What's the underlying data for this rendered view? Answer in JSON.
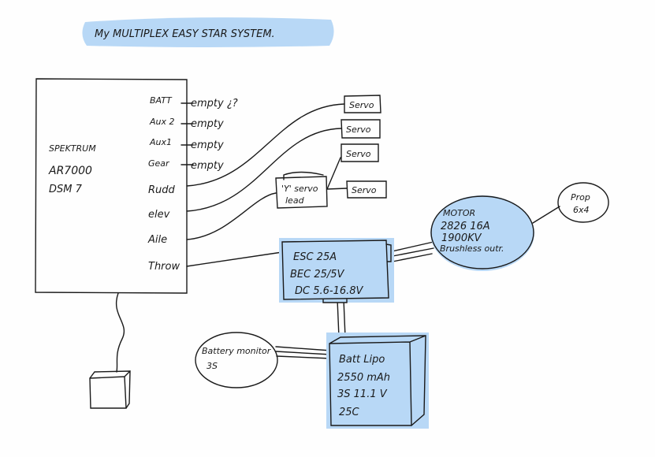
{
  "title": "My MULTIPLEX EASY STAR SYSTEM.",
  "receiver": {
    "brand": "SPEKTRUM",
    "model": "AR7000",
    "protocol": "DSM 7"
  },
  "channels": [
    {
      "label": "BATT",
      "connection": "empty ¿?"
    },
    {
      "label": "Aux 2",
      "connection": "empty"
    },
    {
      "label": "Aux1",
      "connection": "empty"
    },
    {
      "label": "Gear",
      "connection": "empty"
    },
    {
      "label": "Rudd"
    },
    {
      "label": "elev"
    },
    {
      "label": "Aile"
    },
    {
      "label": "Throw"
    }
  ],
  "servo_label": "Servo",
  "y_lead": {
    "line1": "'Y' servo",
    "line2": "lead"
  },
  "esc": {
    "line1": "ESC  25A",
    "line2": "BEC  25/5V",
    "line3": "DC  5.6-16.8V"
  },
  "motor": {
    "line1": "MOTOR",
    "line2": "2826  16A",
    "line3": "1900KV",
    "line4": "Brushless outr."
  },
  "prop": {
    "line1": "Prop",
    "line2": "6x4"
  },
  "battery_monitor": {
    "line1": "Battery monitor",
    "line2": "3S"
  },
  "battery": {
    "line1": "Batt Lipo",
    "line2": "2550 mAh",
    "line3": "3S  11.1 V",
    "line4": "25C"
  },
  "colors": {
    "highlight": "#b8d8f6",
    "ink": "#1a1a1a"
  }
}
